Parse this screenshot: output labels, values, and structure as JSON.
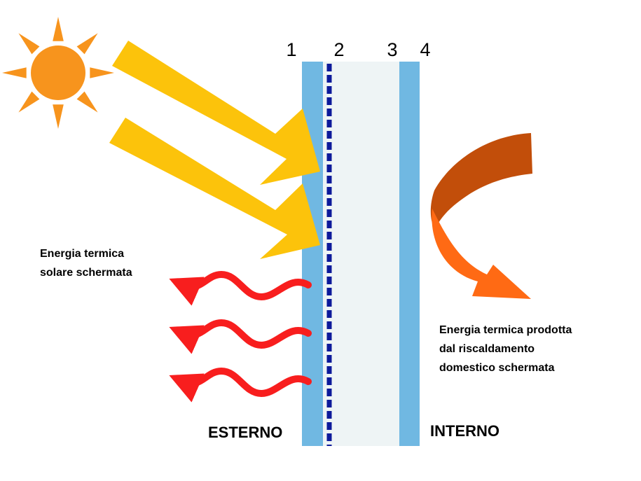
{
  "layer_numbers": [
    "1",
    "2",
    "3",
    "4"
  ],
  "labels": {
    "solar_shielded": [
      "Energia termica",
      "solare schermata"
    ],
    "heating_shielded": [
      "Energia termica prodotta",
      "dal riscaldamento",
      "domestico schermata"
    ],
    "outside": "ESTERNO",
    "inside": "INTERNO"
  },
  "colors": {
    "sun": "#F7941D",
    "solar_arrow": "#FCC30B",
    "glass_pane": "#70B8E2",
    "gas_gap": "#EEF4F5",
    "coating_dots": "#0D1A9A",
    "heat_wave": "#F81E1E",
    "heating_arrow_dark": "#C24E0A",
    "heating_arrow_light": "#FF6A14"
  },
  "icons": {
    "sun": "sun-icon",
    "solar_arrows": "solar-radiation-arrow",
    "heat_waves": "wavy-heat-arrow",
    "heating_arrow": "curved-heat-arrow"
  }
}
